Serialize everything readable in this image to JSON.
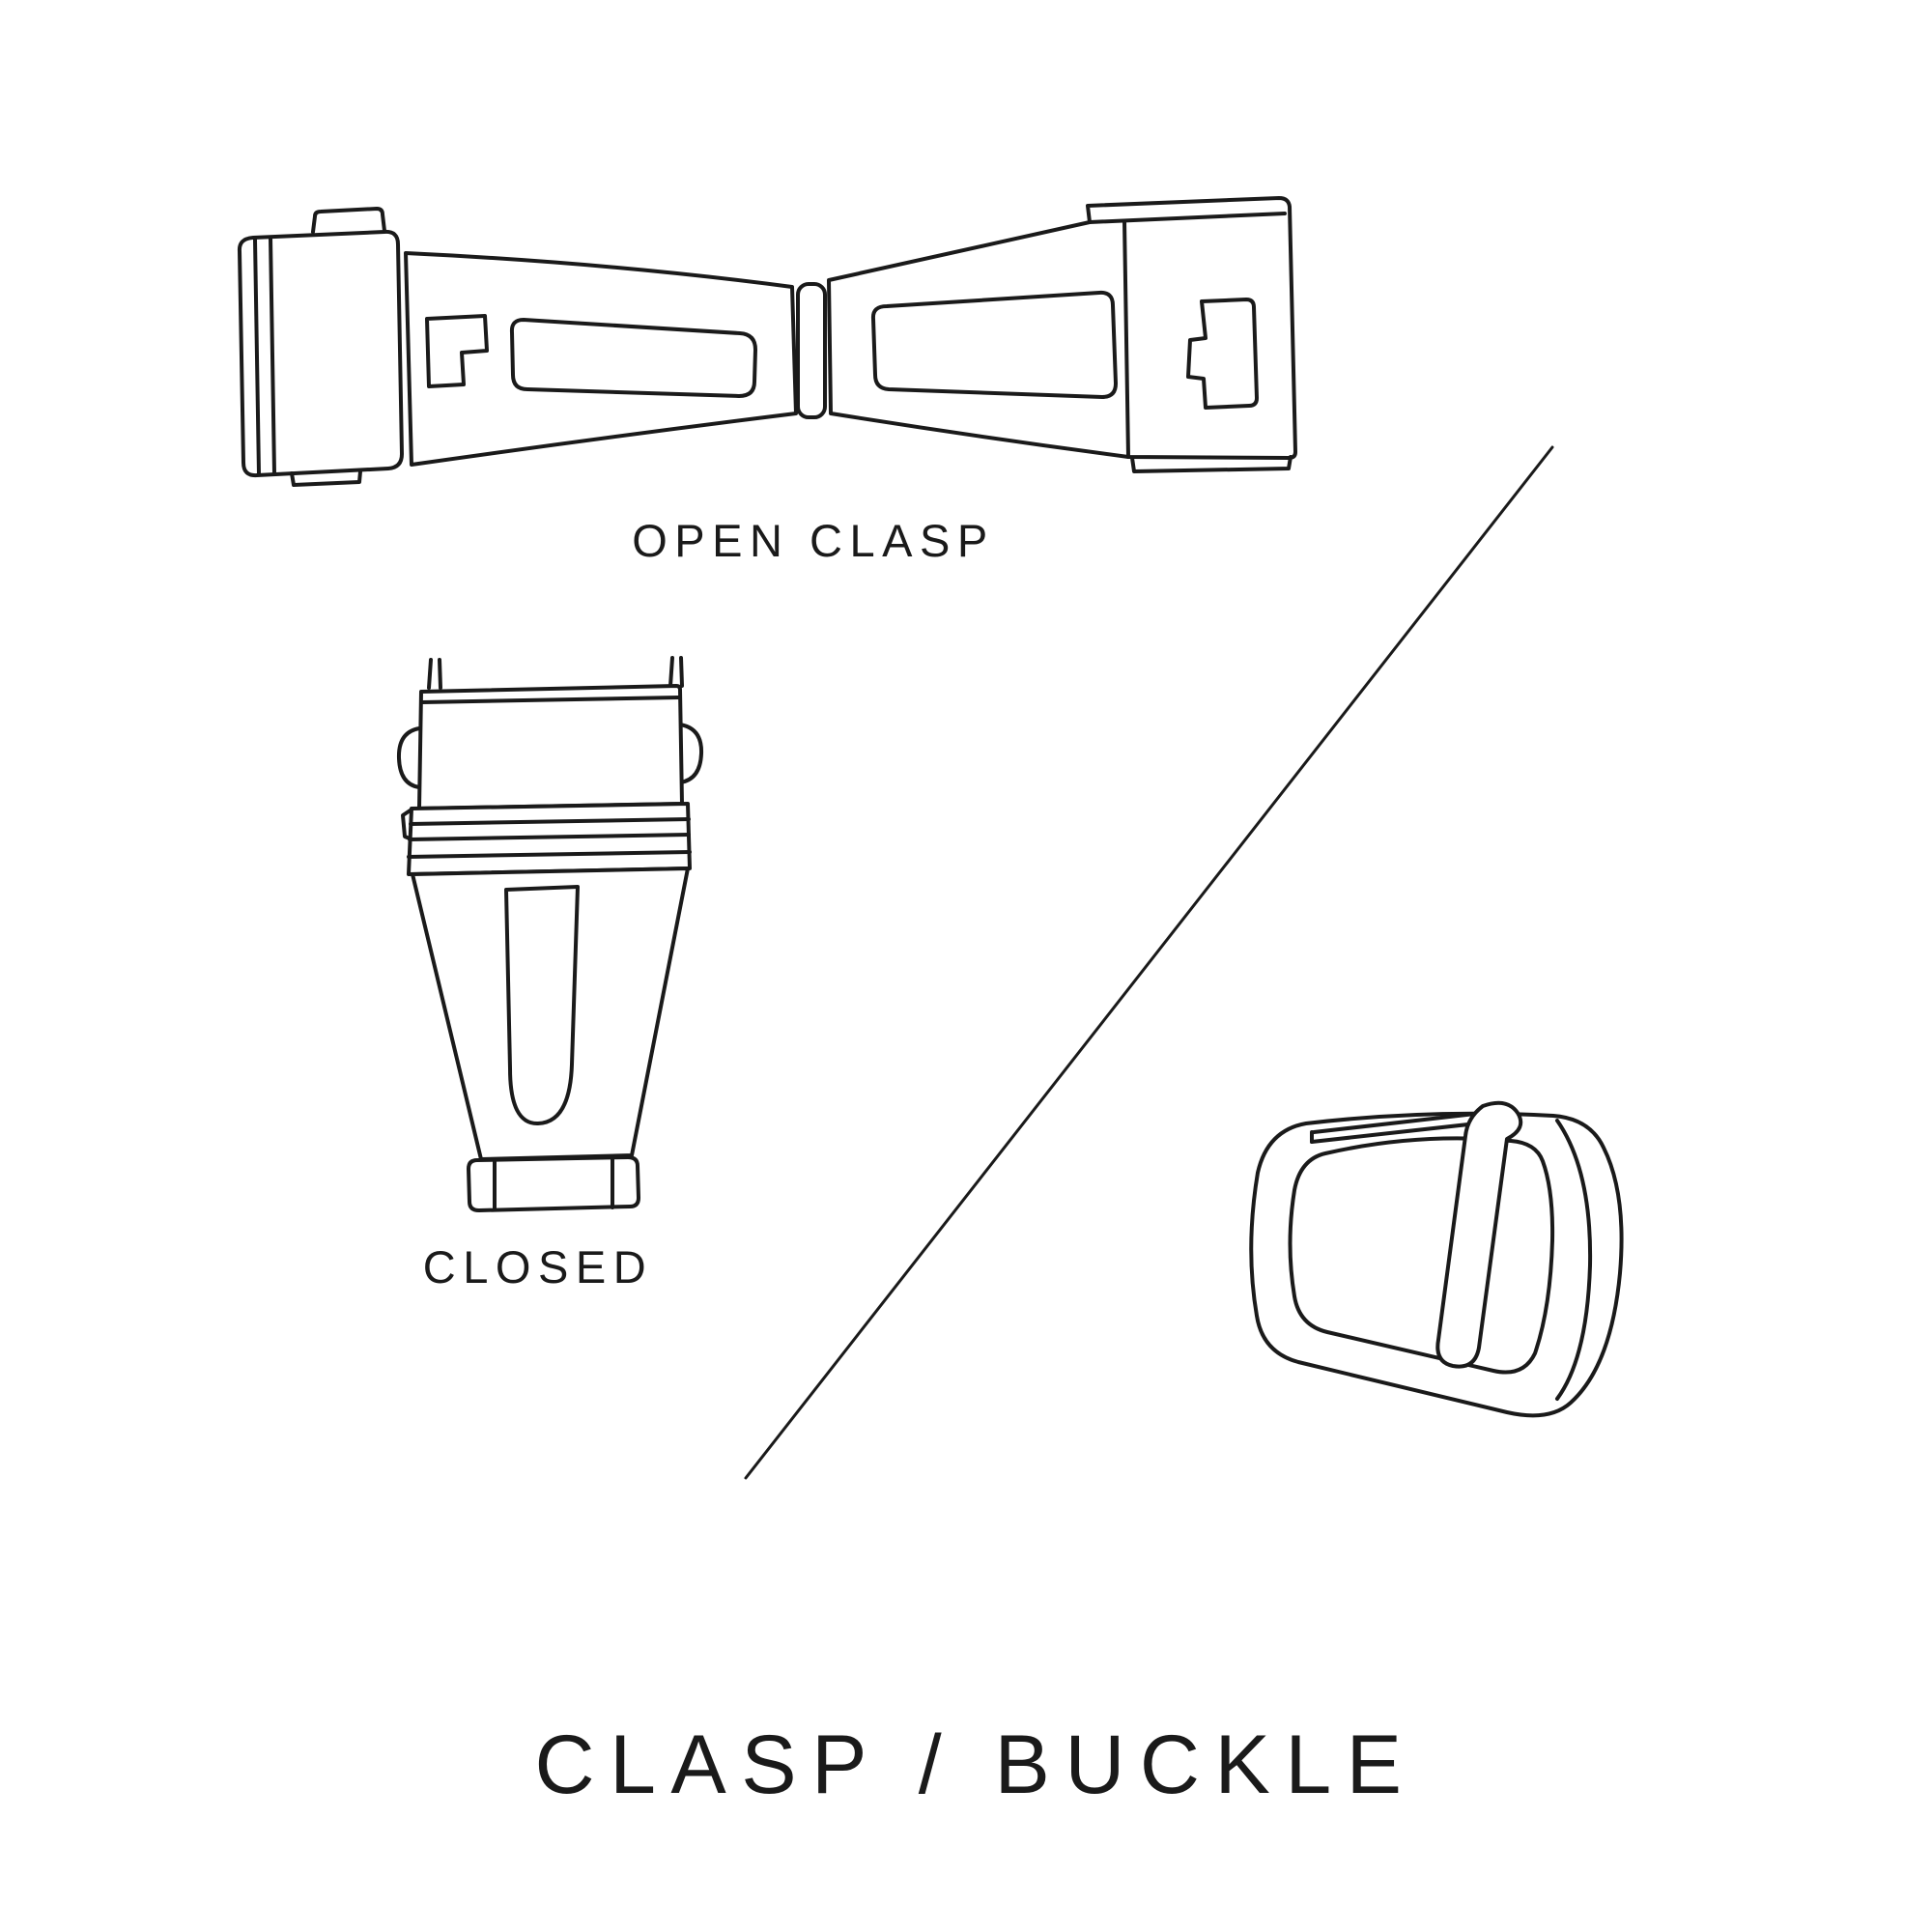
{
  "colors": {
    "ink": "#1a1a1a",
    "background": "#ffffff"
  },
  "labels": {
    "open_clasp": "OPEN CLASP",
    "closed": "CLOSED",
    "title": "CLASP / BUCKLE"
  },
  "illustrations": [
    {
      "name": "open-clasp",
      "caption": "OPEN CLASP"
    },
    {
      "name": "closed-clasp",
      "caption": "CLOSED"
    },
    {
      "name": "tang-buckle",
      "caption": ""
    }
  ]
}
